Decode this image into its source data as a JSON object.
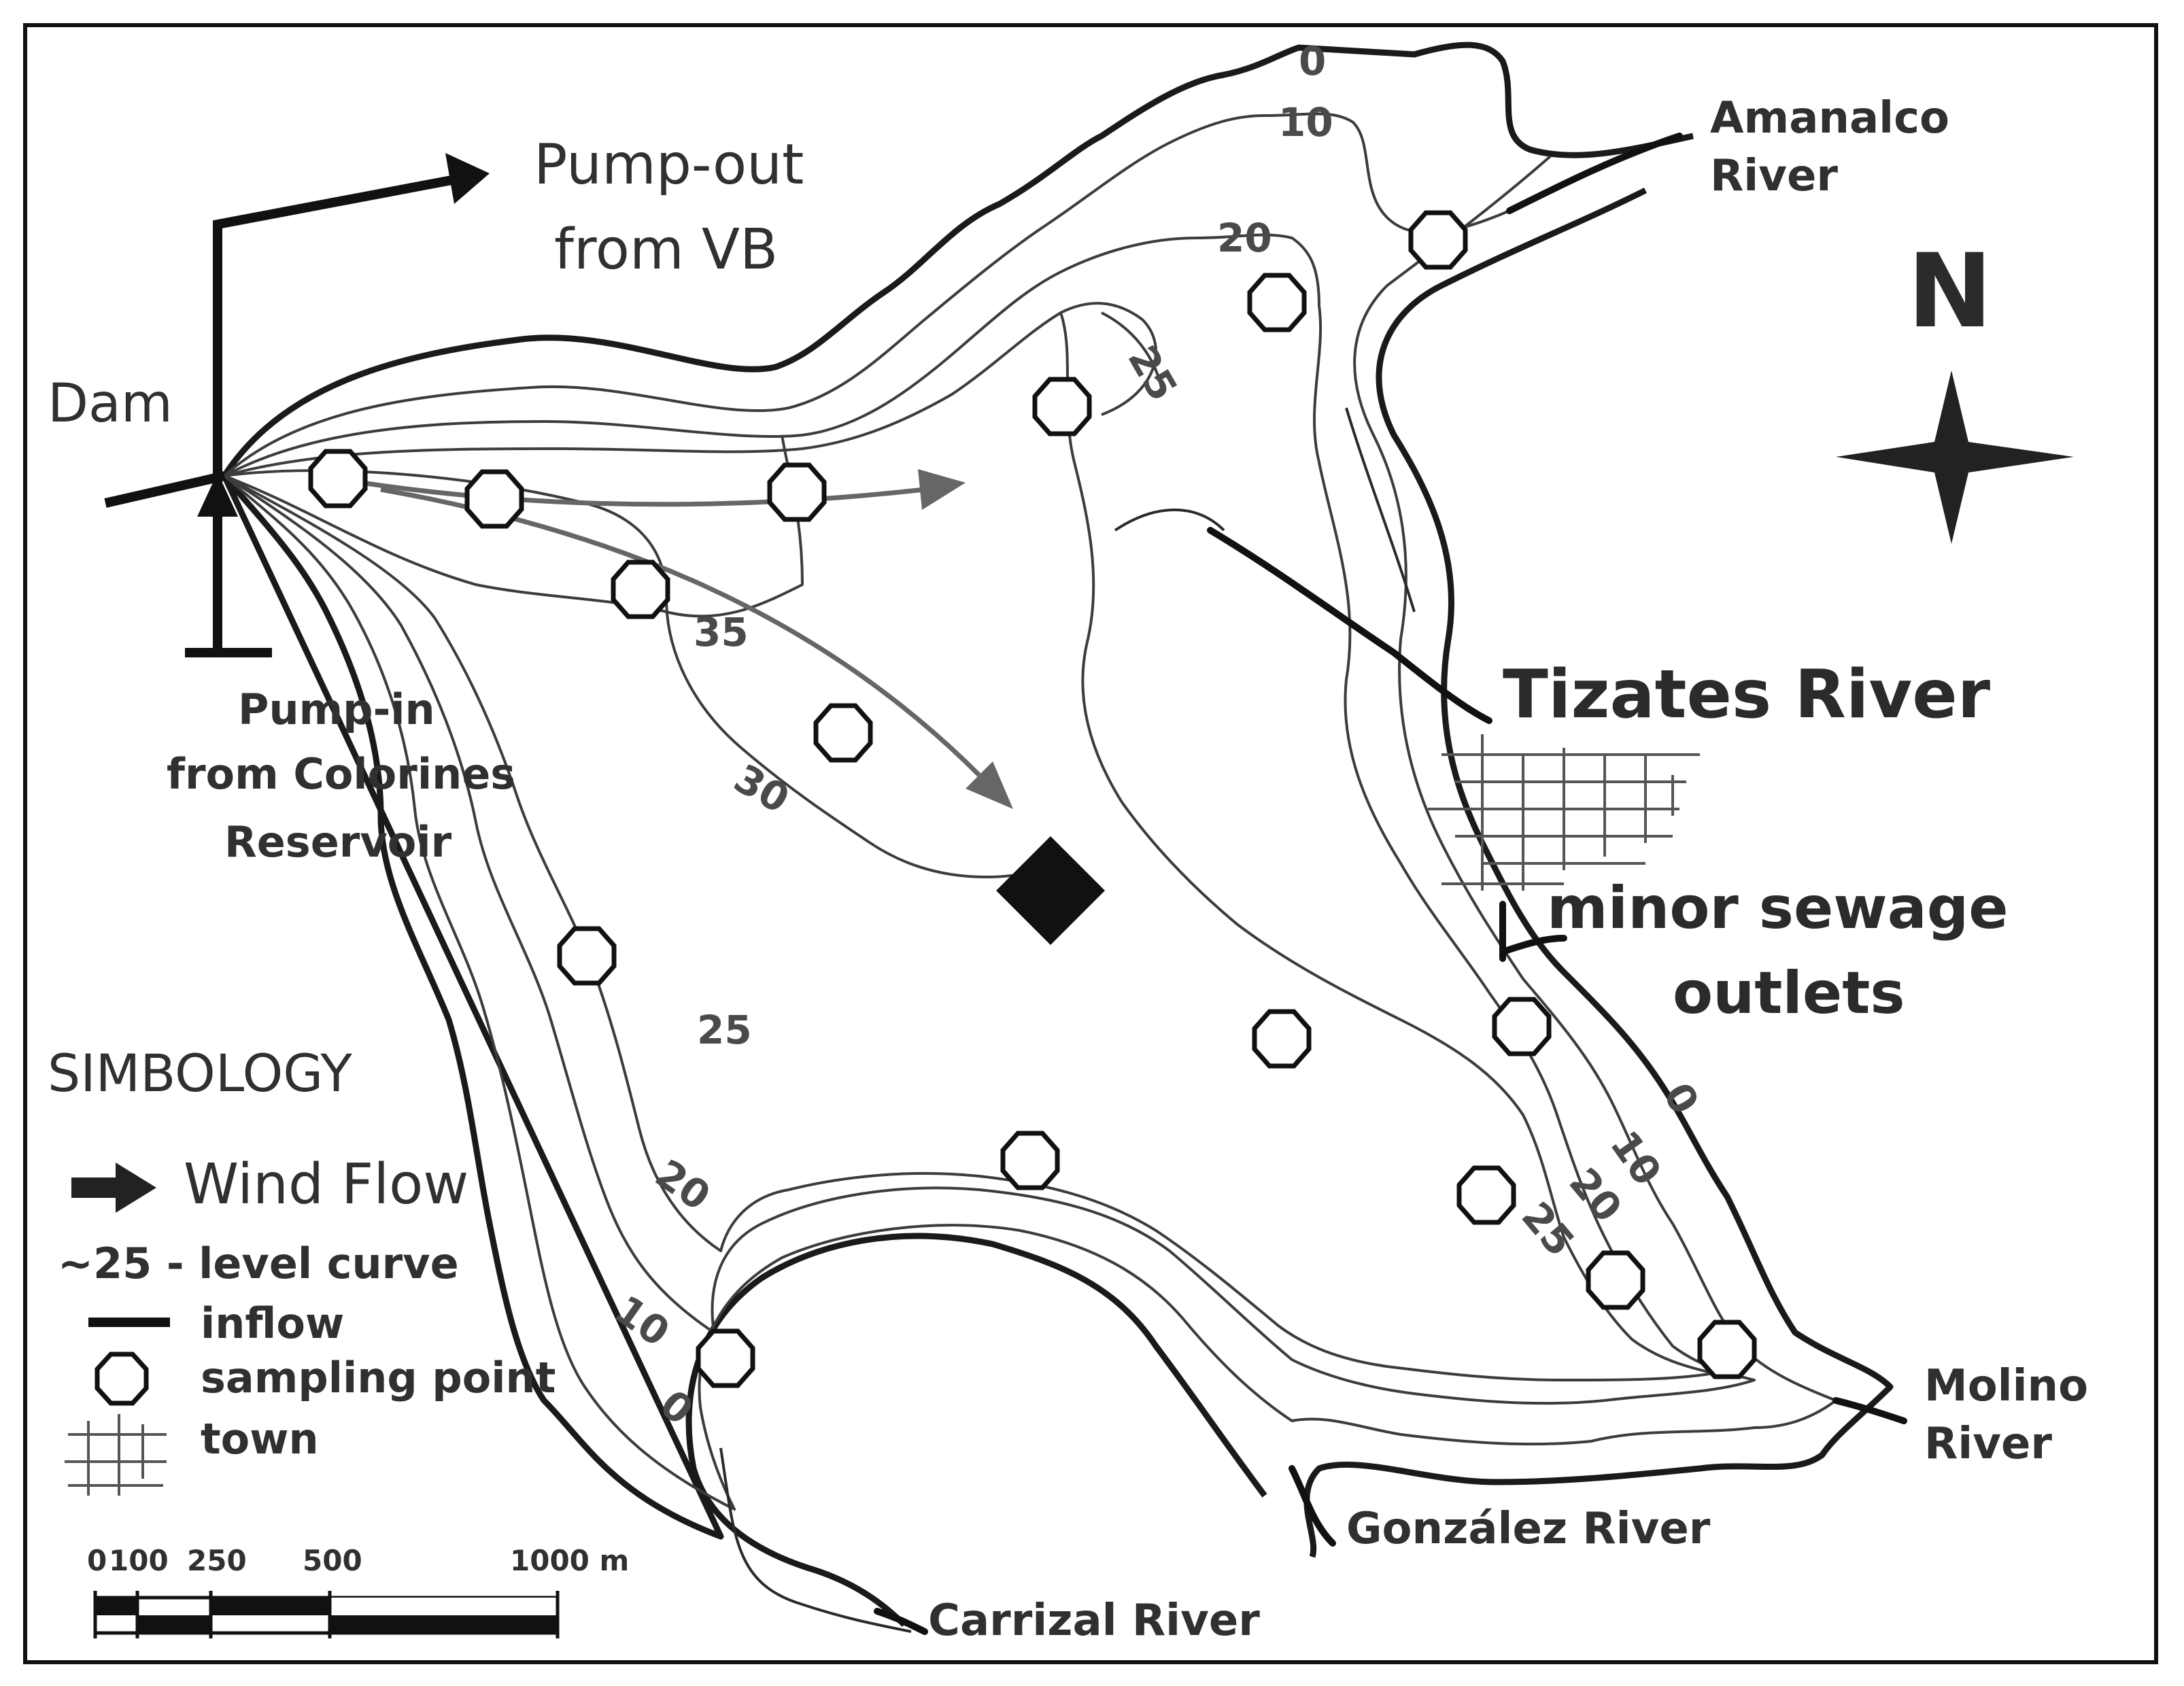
{
  "labels": {
    "pump_out": [
      "Pump-out",
      "from VB"
    ],
    "dam": "Dam",
    "pump_in": [
      "Pump-in",
      "from Colorines",
      "Reservoir"
    ],
    "amanalco": [
      "Amanalco",
      "River"
    ],
    "north": "N",
    "tizates": "Tizates River",
    "sewage": [
      "minor sewage",
      "outlets"
    ],
    "molino": [
      "Molino",
      "River"
    ],
    "gonzalez": "González River",
    "carrizal": "Carrizal River"
  },
  "contours": {
    "c0_top": "0",
    "c10_top": "10",
    "c20_top": "20",
    "c25_top": "25",
    "c35": "35",
    "c30": "30",
    "c25_mid": "25",
    "c20_left": "20",
    "c10_left": "10",
    "c0_left": "0",
    "c0_right": "0",
    "c10_right": "10",
    "c20_right": "20",
    "c25_right": "25"
  },
  "legend": {
    "title": "SIMBOLOGY",
    "wind": "Wind Flow",
    "level": "~25 - level curve",
    "inflow": "inflow",
    "sampling": "sampling point",
    "town": "town"
  },
  "scale": {
    "ticks": [
      "0",
      "100",
      "250",
      "500",
      "1000 m"
    ]
  },
  "colors": {
    "ink": "#111111",
    "contour": "#3c3c3c",
    "wind": "#666666",
    "background": "#ffffff"
  },
  "icons": [
    "compass-rose-icon",
    "wind-arrow-icon",
    "sampling-point-icon",
    "town-grid-icon",
    "inflow-icon",
    "station-diamond-icon"
  ]
}
